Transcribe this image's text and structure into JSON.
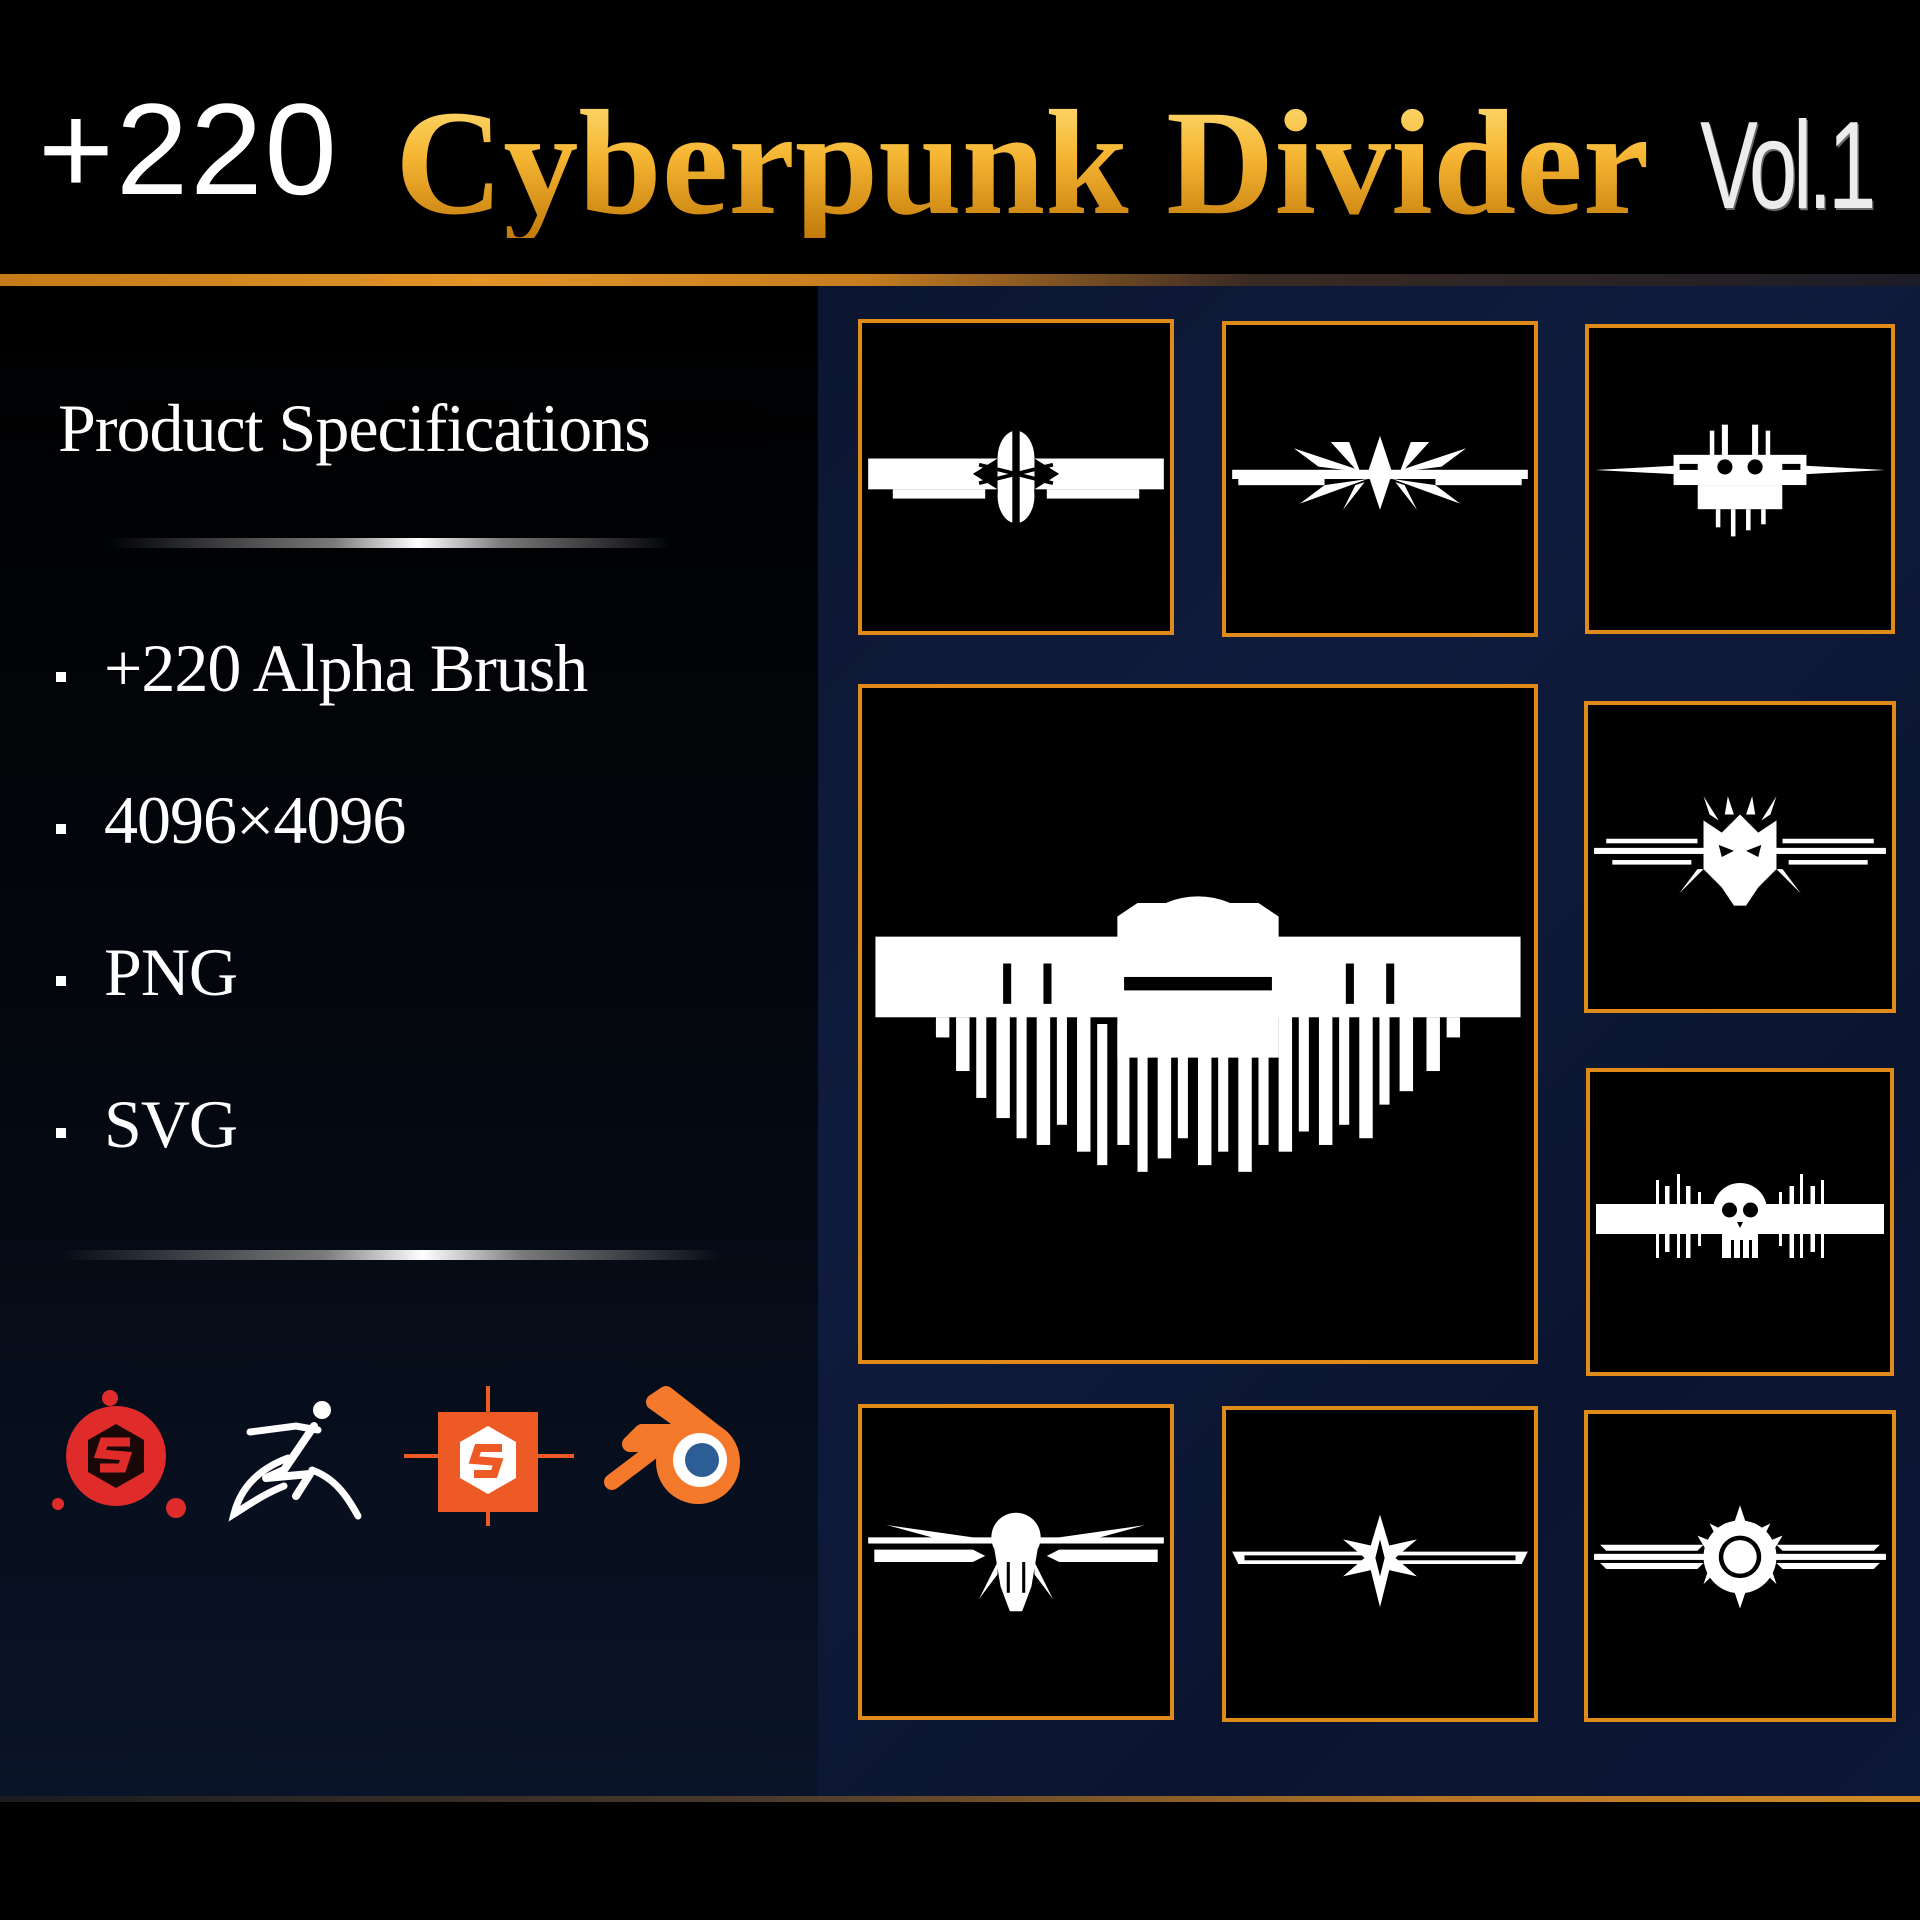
{
  "header": {
    "count": "+220",
    "title": "Cyberpunk Divider",
    "volume": "Vol.1"
  },
  "specs": {
    "heading": "Product Specifications",
    "items": [
      {
        "label": "+220 Alpha Brush"
      },
      {
        "label": "4096×4096"
      },
      {
        "label": "PNG"
      },
      {
        "label": "SVG"
      }
    ]
  },
  "apps": [
    {
      "name": "substance-painter-icon",
      "color": "#e02b2b"
    },
    {
      "name": "zbrush-icon",
      "color": "#ffffff"
    },
    {
      "name": "substance-designer-icon",
      "color": "#ee5a25"
    },
    {
      "name": "blender-icon",
      "color": "#f5792a"
    }
  ],
  "colors": {
    "accent": "#e08a1a",
    "title_gold": "#f6b633",
    "background": "#000000",
    "gallery_bg": "#0f1a38"
  },
  "gallery": {
    "tiles": [
      {
        "name": "divider-preview-1"
      },
      {
        "name": "divider-preview-2"
      },
      {
        "name": "divider-preview-3"
      },
      {
        "name": "divider-preview-featured"
      },
      {
        "name": "divider-preview-4"
      },
      {
        "name": "divider-preview-5"
      },
      {
        "name": "divider-preview-6"
      },
      {
        "name": "divider-preview-7"
      },
      {
        "name": "divider-preview-8"
      }
    ]
  }
}
